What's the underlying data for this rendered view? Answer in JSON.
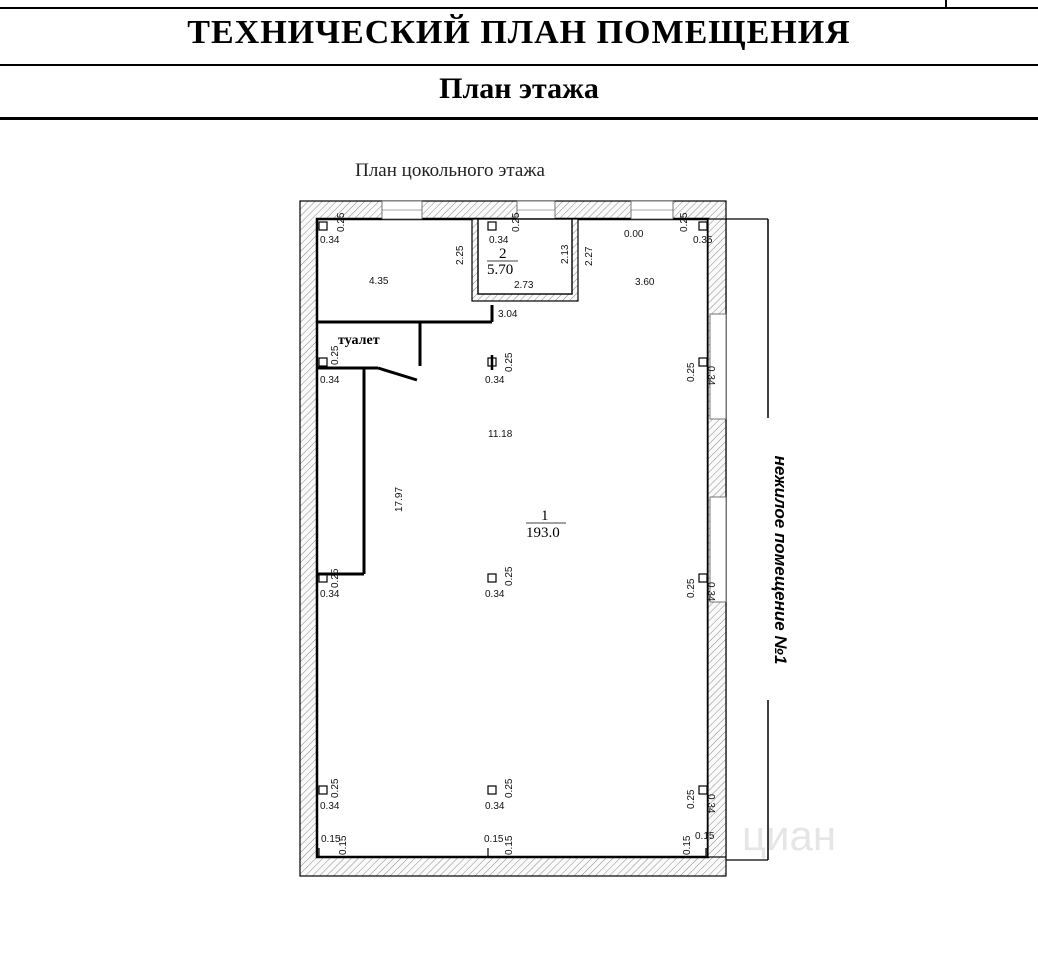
{
  "header": {
    "title": "ТЕХНИЧЕСКИЙ ПЛАН ПОМЕЩЕНИЯ",
    "subtitle": "План этажа"
  },
  "plan": {
    "caption": "План цокольного этажа",
    "toilet_label": "туалет",
    "adjacent_label": "нежилое помещение №1",
    "watermark": "циан",
    "rooms": [
      {
        "number": "1",
        "area": "193.0"
      },
      {
        "number": "2",
        "area": "5.70"
      }
    ],
    "dimensions": {
      "d_4_35": "4.35",
      "d_2_25": "2.25",
      "d_2_13": "2.13",
      "d_2_27": "2.27",
      "d_2_73": "2.73",
      "d_0_00": "0.00",
      "d_3_60": "3.60",
      "d_3_04": "3.04",
      "d_11_18": "11.18",
      "d_17_97": "17.97"
    },
    "column_labels": {
      "col_w": "0.34",
      "col_d": "0.25",
      "col_w2": "0.35",
      "col_bot": "0.15"
    }
  }
}
